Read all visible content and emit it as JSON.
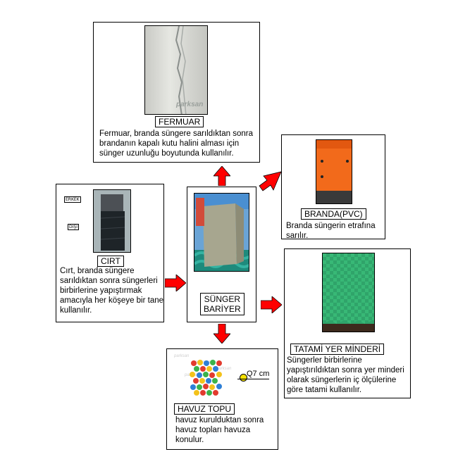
{
  "nodes": {
    "fermuar": {
      "label": "FERMUAR",
      "desc": "Fermuar, branda süngere sarıldıktan sonra brandanın kapalı kutu halini alması için sünger uzunluğu boyutunda kullanılır.",
      "watermark": "parksan"
    },
    "branda": {
      "label": "BRANDA(PVC)",
      "desc": "Branda süngerin etrafına sarılır."
    },
    "cirt": {
      "label": "CIRT",
      "desc": "Cırt, branda süngere sarıldıktan sonra süngerleri birbirlerine yapıştırmak amacıyla her köşeye bir tane kullanılır.",
      "tag_top": "ERKEK",
      "tag_bottom": "DİŞİ"
    },
    "sunger": {
      "label_line1": "SÜNGER",
      "label_line2": "BARİYER"
    },
    "tatami": {
      "label": "TATAMİ YER MİNDERİ",
      "desc": "Süngerler birbirlerine yapıştırıldıktan sonra yer minderi olarak süngerlerin iç ölçülerine göre tatami kullanılır."
    },
    "havuz": {
      "label": "HAVUZ TOPU",
      "desc": "havuz kurulduktan sonra havuz topları havuza konulur.",
      "size_note": "Q7 cm",
      "watermark": "parksan"
    }
  },
  "colors": {
    "arrow": "#ff0000",
    "branda_orange": "#f26a1b",
    "tatami_green": "#2fa46a",
    "foam_grey": "#a7a68f"
  }
}
